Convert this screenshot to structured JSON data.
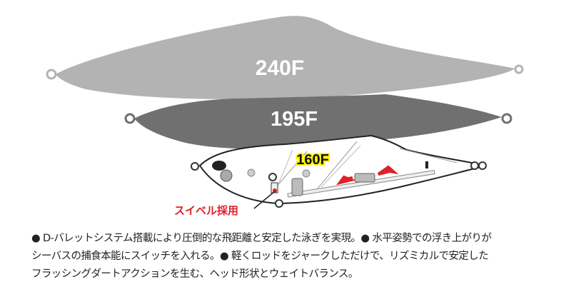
{
  "models": [
    {
      "label": "240F",
      "color": "#b3b3b3"
    },
    {
      "label": "195F",
      "color": "#707070"
    },
    {
      "label": "160F",
      "color": "#ffffff"
    }
  ],
  "callout": {
    "label": "スイベル採用",
    "color": "#e0202a"
  },
  "highlight_color": "#fff200",
  "description": [
    "● D-バレットシステム搭載により圧倒的な飛距離と安定した泳ぎを実現。● 水平姿勢での浮き上がりが",
    "シーバスの捕食本能にスイッチを入れる。● 軽くロッドをジャークしただけで、リズミカルで安定した",
    "フラッシングダートアクションを生む、ヘッド形状とウェイトバランス。"
  ]
}
